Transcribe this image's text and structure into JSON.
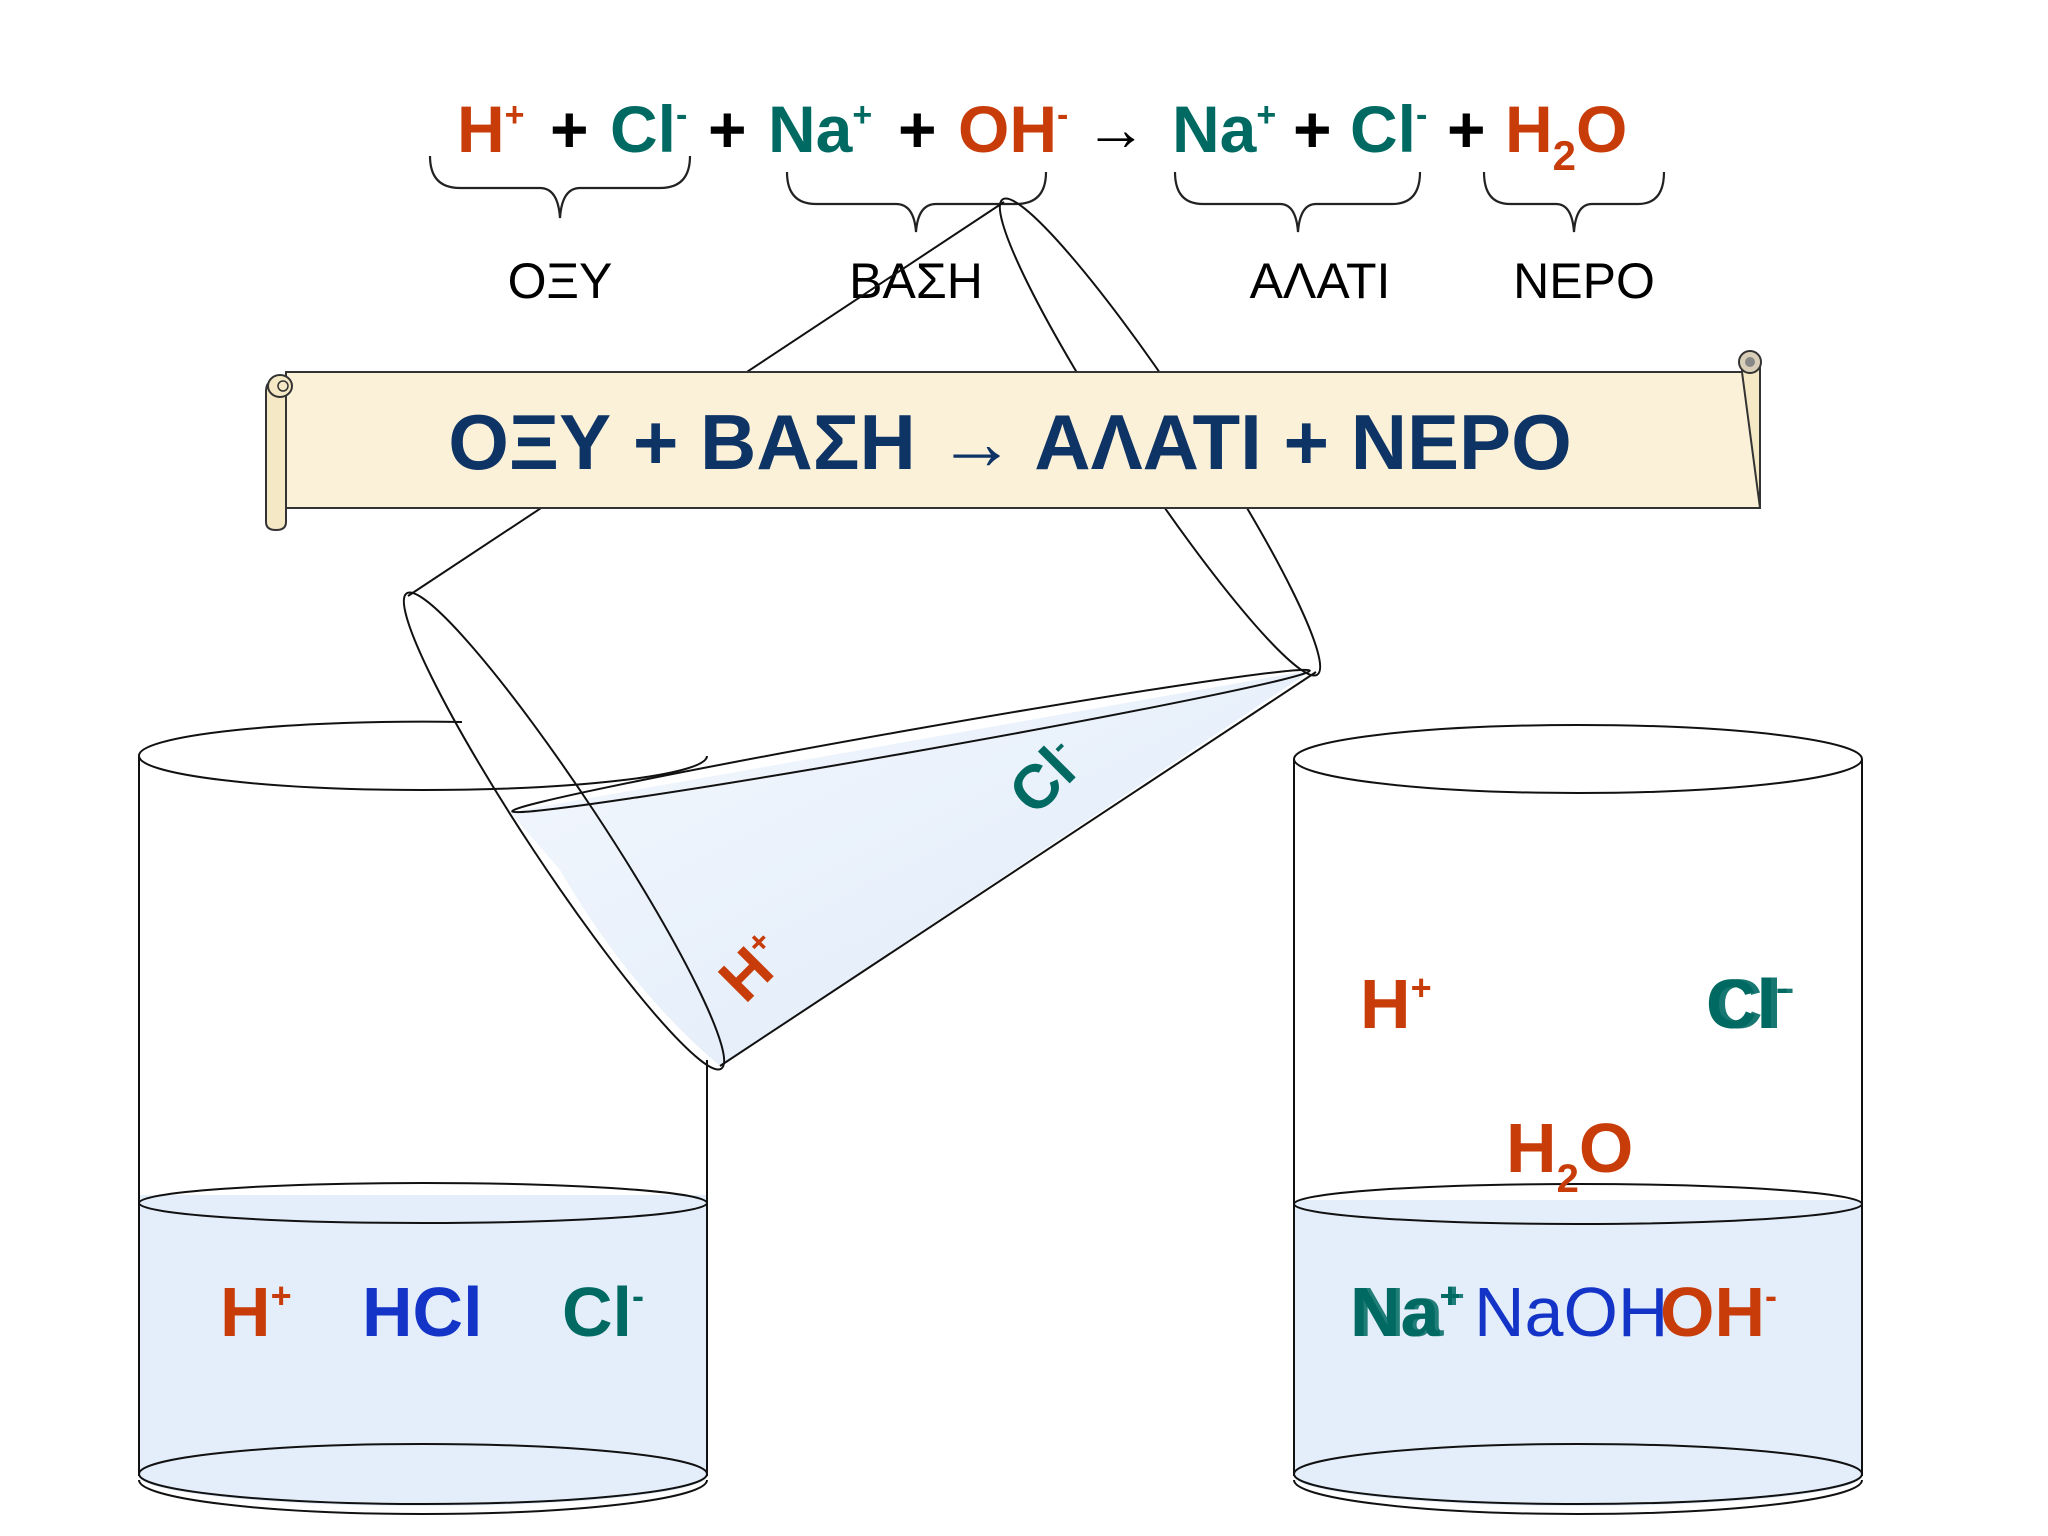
{
  "equation": {
    "h": "H",
    "h_charge": "+",
    "plus1": "+",
    "cl": "Cl",
    "cl_charge": "-",
    "plus2": "+",
    "na": "Na",
    "na_charge": "+",
    "plus3": "+",
    "oh": "OH",
    "oh_charge": "-",
    "arrow": "→",
    "na2": "Na",
    "na2_charge": "+",
    "plus4": "+",
    "cl2": "Cl",
    "cl2_charge": "-",
    "plus5": "+",
    "h2o_h": "H",
    "h2o_sub": "2",
    "h2o_o": "O"
  },
  "labels": {
    "acid": "ΟΞΥ",
    "base": "ΒΑΣΗ",
    "salt": "ΑΛΑΤΙ",
    "water": "ΝΕΡΟ"
  },
  "scroll": {
    "text": "ΟΞΥ + ΒΑΣΗ → ΑΛΑΤΙ + ΝΕΡΟ"
  },
  "cone": {
    "h": "H",
    "h_charge": "+",
    "cl": "Cl",
    "cl_charge": "-"
  },
  "left_beaker": {
    "h": "H",
    "h_charge": "+",
    "hcl": "HCl",
    "cl": "Cl",
    "cl_charge": "-"
  },
  "right_beaker": {
    "h": "H",
    "h_charge": "+",
    "cl": "Cl",
    "cl_charge": "-",
    "h2o_h": "H",
    "h2o_sub": "2",
    "h2o_o": "O",
    "na": "Na",
    "na_charge": "+",
    "naoh": "NaOH",
    "oh": "OH",
    "oh_charge": "-"
  },
  "colors": {
    "acid": "#c83c0a",
    "teal": "#006a62",
    "blue": "#1434c8",
    "navy": "#0e3466",
    "scroll_fill": "#fbf1d8",
    "liquid": "#e4eefa"
  }
}
